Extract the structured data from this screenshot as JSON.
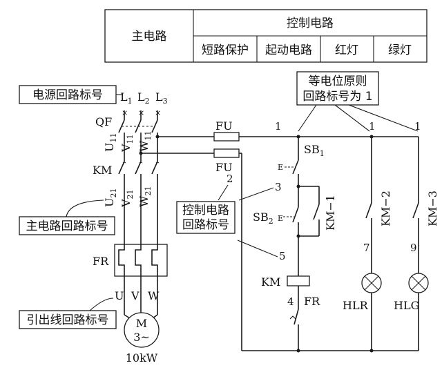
{
  "header_table": {
    "main_circuit": "主电路",
    "control_circuit": "控制电路",
    "short_protection": "短路保护",
    "start_circuit": "起动电路",
    "red_lamp": "红灯",
    "green_lamp": "绿灯"
  },
  "callouts": {
    "power_loop_label": "电源回路标号",
    "main_loop_label": "主电路回路标号",
    "lead_loop_label": "引出线回路标号",
    "control_loop_label_1": "控制电路",
    "control_loop_label_2": "回路标号",
    "equipotential_1": "等电位原则",
    "equipotential_2": "回路标号为 1"
  },
  "labels": {
    "L": "L",
    "L1": "1",
    "L2": "2",
    "L3": "3",
    "QF": "QF",
    "KM": "KM",
    "FR": "FR",
    "FU_top": "FU",
    "FU_bot": "FU",
    "U": "U",
    "V": "V",
    "W": "W",
    "U11": "U",
    "U11s": "11",
    "V11": "V",
    "V11s": "11",
    "W11": "W",
    "W11s": "11",
    "U21": "U",
    "U21s": "21",
    "V21": "V",
    "V21s": "21",
    "W21": "W",
    "W21s": "21",
    "motor_M": "M",
    "motor_phase": "3~",
    "motor_power": "10kW",
    "SB1": "SB",
    "SB1s": "1",
    "SB2": "SB",
    "SB2s": "2",
    "E1": "E",
    "E2": "E",
    "KM1": "KM−1",
    "KM2": "KM−2",
    "KM3": "KM−3",
    "KM_coil": "KM",
    "FR_ctrl": "FR",
    "HLR": "HLR",
    "HLG": "HLG"
  },
  "loop_numbers": {
    "n1a": "1",
    "n1b": "1",
    "n1c": "1",
    "n2": "2",
    "n3": "3",
    "n4": "4",
    "n5": "5",
    "n7": "7",
    "n9": "9"
  }
}
